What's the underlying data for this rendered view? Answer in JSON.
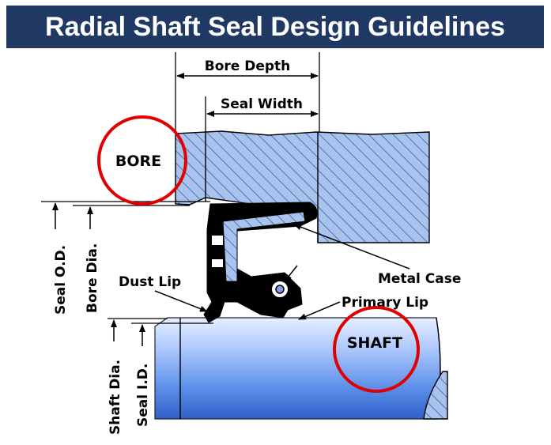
{
  "title": "Radial Shaft Seal Design Guidelines",
  "labels": {
    "bore_depth": "Bore Depth",
    "seal_width": "Seal Width",
    "bore": "BORE",
    "shaft": "SHAFT",
    "seal_od": "Seal O.D.",
    "bore_dia": "Bore Dia.",
    "shaft_dia": "Shaft Dia.",
    "seal_id": "Seal I.D.",
    "dust_lip": "Dust Lip",
    "metal_case": "Metal Case",
    "primary_lip": "Primary Lip"
  },
  "colors": {
    "title_bg": "#1f3864",
    "hatch_fill": "#a9c3ec",
    "hatch_line": "#3a5fb0",
    "shaft_light": "#c8dcff",
    "shaft_dark": "#2f5fc8",
    "highlight_circle": "#e00000",
    "seal_body": "#000000"
  }
}
